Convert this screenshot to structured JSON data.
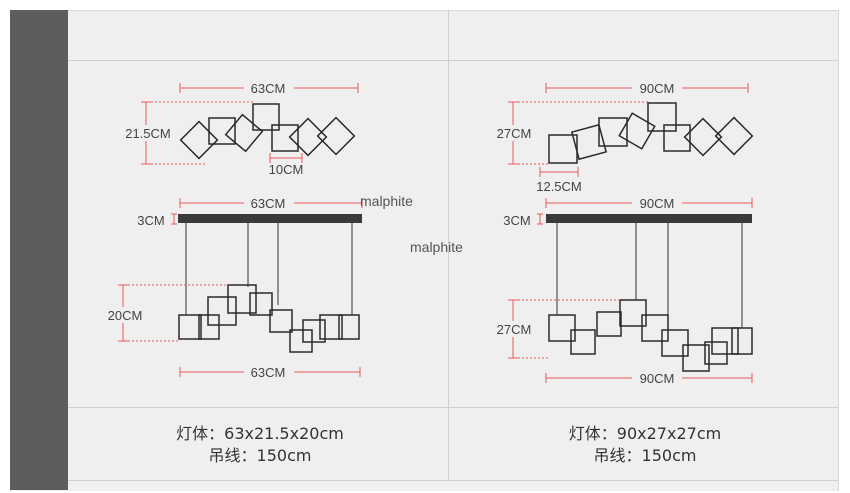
{
  "left_product": {
    "top_width_label": "63CM",
    "top_height_label": "21.5CM",
    "top_cube_label": "10CM",
    "canopy_width_label": "63CM",
    "canopy_thickness_label": "3CM",
    "hanging_height_label": "20CM",
    "bottom_width_label": "63CM",
    "spec_line_1": "灯体：63x21.5x20cm",
    "spec_line_2": "吊线：150cm"
  },
  "right_product": {
    "top_width_label": "90CM",
    "top_height_label": "27CM",
    "top_cube_label": "12.5CM",
    "canopy_width_label": "90CM",
    "canopy_thickness_label": "3CM",
    "hanging_height_label": "27CM",
    "bottom_width_label": "90CM",
    "spec_line_1": "灯体：90x27x27cm",
    "spec_line_2": "吊线：150cm"
  },
  "watermark": "malphite",
  "colors": {
    "dimension_line": "#e85a5a",
    "frame_stroke": "#2a2a2a",
    "sidebar": "#5d5d5d",
    "background": "#efefef"
  }
}
